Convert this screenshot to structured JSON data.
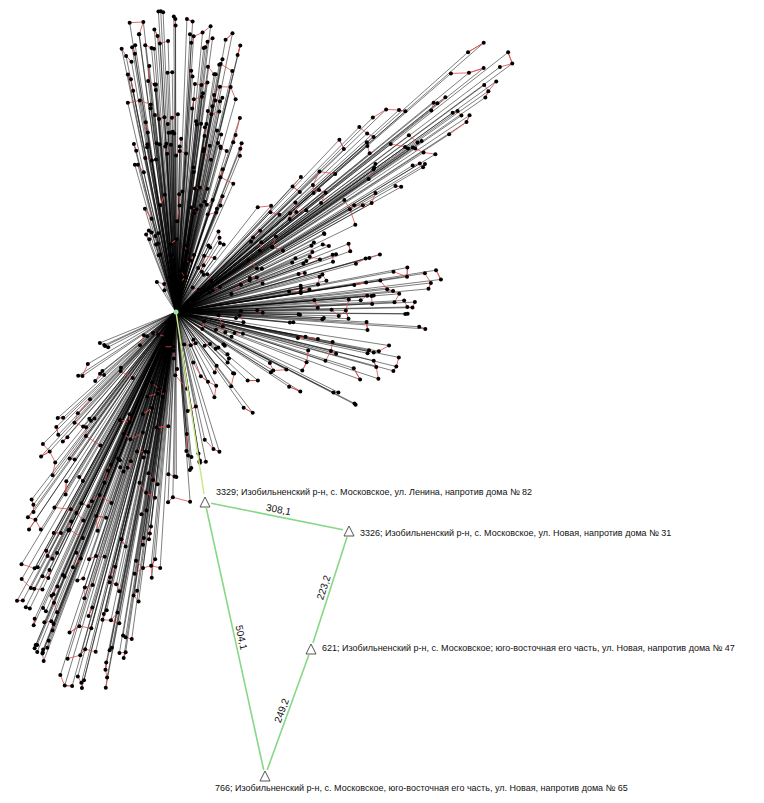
{
  "diagram": {
    "nodes": [
      {
        "text": [
          "3329; Изобильненский р-н, с. Московское, ул. Ленина, напротив дома № 82"
        ]
      },
      {
        "text": [
          "3326; Изобильненский р-н, с. Московское, ул. Новая, напротив дома № 31"
        ]
      },
      {
        "text": [
          "621; Изобильненский р-н, с. Московское; юго-восточная его часть, ул. Новая, напротив дома № 47"
        ]
      },
      {
        "text": [
          "766; Изобильненский р-н, с. Московское, юго-восточная его часть, ул. Новая, напротив дома № 65"
        ]
      }
    ],
    "edges": [
      {
        "from": 0,
        "to": 1,
        "label": "308,1",
        "arrow": "none"
      },
      {
        "from": 1,
        "to": 2,
        "label": "223,2",
        "arrow": "none"
      },
      {
        "from": 2,
        "to": 3,
        "label": "249,2",
        "arrow": "none"
      },
      {
        "from": 0,
        "to": 3,
        "label": "504,1",
        "arrow": "none"
      }
    ]
  }
}
